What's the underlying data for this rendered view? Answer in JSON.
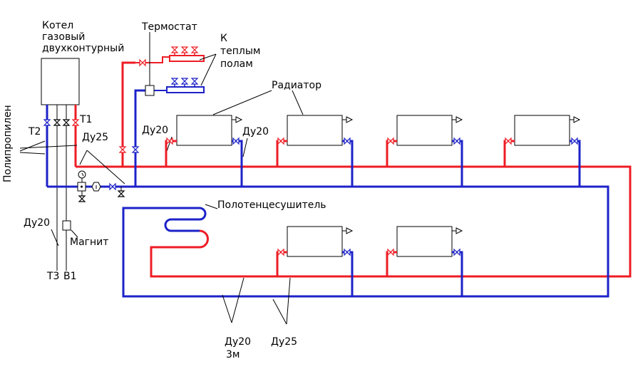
{
  "labels": {
    "boiler_line1": "Котел",
    "boiler_line2": "газовый",
    "boiler_line3": "двухконтурный",
    "thermostat": "Термостат",
    "floor_line1": "К",
    "floor_line2": "теплым",
    "floor_line3": "полам",
    "radiator": "Радиатор",
    "polypropylene": "Полипропилен",
    "t2": "Т2",
    "t1": "Т1",
    "du25_top": "Ду25",
    "du20_left_radiator": "Ду20",
    "du20_right_radiator": "Ду20",
    "du20_left_pipe": "Ду20",
    "magnet": "Магнит",
    "t3": "Т3",
    "v1": "В1",
    "towel_dryer": "Полотенцесушитель",
    "du20_bottom": "Ду20",
    "du20_bottom_length": "3м",
    "du25_bottom": "Ду25"
  },
  "colors": {
    "supply": "#ee1c24",
    "return": "#1c22c8",
    "outline": "#000000"
  },
  "icons": {
    "valve": "bowtie-valve-icon",
    "radiator": "radiator-panel-icon",
    "air_vent": "air-vent-triangle-icon",
    "pressure_gauge": "pressure-gauge-icon",
    "pump": "pump-icon",
    "filter": "filter-icon"
  }
}
